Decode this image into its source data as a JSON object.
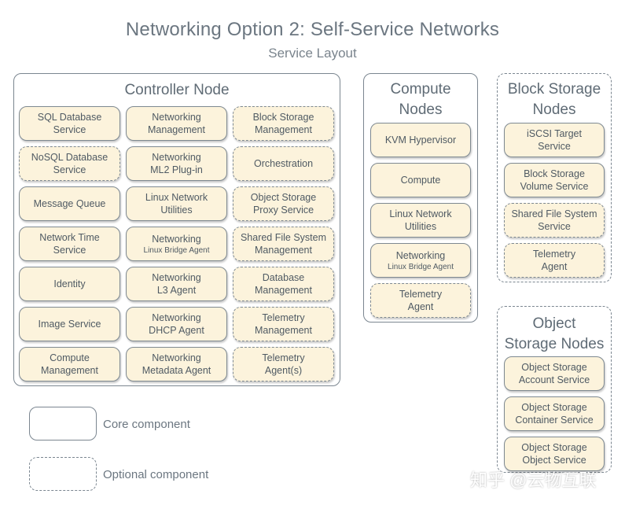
{
  "title": "Networking Option 2: Self-Service Networks",
  "subtitle": "Service Layout",
  "controller": {
    "title": "Controller Node",
    "col1": [
      {
        "l1": "SQL Database",
        "l2": "Service",
        "optional": false
      },
      {
        "l1": "NoSQL Database",
        "l2": "Service",
        "optional": true
      },
      {
        "l1": "Message Queue",
        "l2": "",
        "optional": false
      },
      {
        "l1": "Network Time",
        "l2": "Service",
        "optional": false
      },
      {
        "l1": "Identity",
        "l2": "",
        "optional": false
      },
      {
        "l1": "Image Service",
        "l2": "",
        "optional": false
      },
      {
        "l1": "Compute",
        "l2": "Management",
        "optional": false
      }
    ],
    "col2": [
      {
        "l1": "Networking",
        "l2": "Management",
        "optional": false
      },
      {
        "l1": "Networking",
        "l2": "ML2 Plug-in",
        "optional": false
      },
      {
        "l1": "Linux Network",
        "l2": "Utilities",
        "optional": false
      },
      {
        "l1": "Networking",
        "l2": "Linux Bridge Agent",
        "optional": false,
        "small": true
      },
      {
        "l1": "Networking",
        "l2": "L3 Agent",
        "optional": false
      },
      {
        "l1": "Networking",
        "l2": "DHCP Agent",
        "optional": false
      },
      {
        "l1": "Networking",
        "l2": "Metadata Agent",
        "optional": false
      }
    ],
    "col3": [
      {
        "l1": "Block Storage",
        "l2": "Management",
        "optional": true
      },
      {
        "l1": "Orchestration",
        "l2": "",
        "optional": true
      },
      {
        "l1": "Object Storage",
        "l2": "Proxy Service",
        "optional": true
      },
      {
        "l1": "Shared File System",
        "l2": "Management",
        "optional": true
      },
      {
        "l1": "Database",
        "l2": "Management",
        "optional": true
      },
      {
        "l1": "Telemetry",
        "l2": "Management",
        "optional": true
      },
      {
        "l1": "Telemetry",
        "l2": "Agent(s)",
        "optional": true
      }
    ]
  },
  "compute": {
    "title_l1": "Compute",
    "title_l2": "Nodes",
    "items": [
      {
        "l1": "KVM Hypervisor",
        "l2": "",
        "optional": false
      },
      {
        "l1": "Compute",
        "l2": "",
        "optional": false
      },
      {
        "l1": "Linux Network",
        "l2": "Utilities",
        "optional": false
      },
      {
        "l1": "Networking",
        "l2": "Linux Bridge Agent",
        "optional": false,
        "small": true
      },
      {
        "l1": "Telemetry",
        "l2": "Agent",
        "optional": true
      }
    ]
  },
  "block_storage": {
    "title_l1": "Block Storage",
    "title_l2": "Nodes",
    "items": [
      {
        "l1": "iSCSI Target",
        "l2": "Service",
        "optional": false
      },
      {
        "l1": "Block Storage",
        "l2": "Volume Service",
        "optional": false
      },
      {
        "l1": "Shared File System",
        "l2": "Service",
        "optional": true
      },
      {
        "l1": "Telemetry",
        "l2": "Agent",
        "optional": true
      }
    ]
  },
  "object_storage": {
    "title_l1": "Object",
    "title_l2": "Storage Nodes",
    "items": [
      {
        "l1": "Object Storage",
        "l2": "Account Service",
        "optional": false
      },
      {
        "l1": "Object Storage",
        "l2": "Container Service",
        "optional": false
      },
      {
        "l1": "Object Storage",
        "l2": "Object Service",
        "optional": false
      }
    ]
  },
  "legend": {
    "core_label": "Core component",
    "optional_label": "Optional component"
  },
  "watermark": "知乎 @云物互联"
}
